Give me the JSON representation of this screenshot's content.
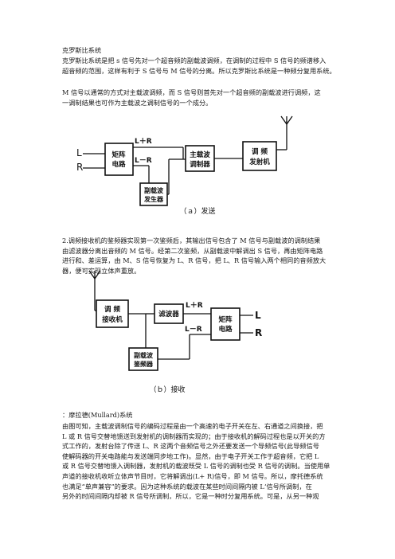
{
  "title": "克罗斯比系统",
  "intro": [
    "克罗斯比系统是把 s 信号先对一个超音频的副载波调频，在调制的过程中 S 信号的频谱移入",
    "超音频的范围，这样有利于 S 信号与 M 信号的分离。所以克罗斯比系统是一种频分复用系统。"
  ],
  "para2": [
    "M 信号以通常的方式对主载波调频，而 S 信号则首先对一个超音频的副载波进行调频，这",
    "一调制结果也可作为主载波之调制信号的一个成分。"
  ],
  "diagram_a": {
    "input_l": "L",
    "input_r": "R",
    "matrix": [
      "矩阵",
      "电路"
    ],
    "sum": "L＋R",
    "diff": "L－R",
    "subcarrier_gen": [
      "副载波",
      "发生器"
    ],
    "main_mod": [
      "主载波",
      "调制器"
    ],
    "fm_tx": [
      "调  频",
      "发射机"
    ],
    "caption": "（ａ）发送"
  },
  "para3": [
    "2.调频接收机的鉴频器实现第一次鉴频后，其输出信号包含了 M 信号与副载波的调制结果",
    "由滤波器分离出音频的 M 信号。经第二次鉴频，从副载波中解调出 S 信号，再由矩阵电路",
    "进行和、差运算，由 M、S 信号恢复为 L、R 信号，把 L、R 信号输入两个相同的音频放大",
    "器，便可实现立体声重放。"
  ],
  "diagram_b": {
    "fm_rx": [
      "调  频",
      "接收机"
    ],
    "filter": "滤波器",
    "sub_disc": [
      "副载波",
      "鉴频器"
    ],
    "matrix": [
      "矩阵",
      "电路"
    ],
    "sum": "L＋R",
    "diff": "L－R",
    "out_l": "L",
    "out_r": "R",
    "caption": "（ｂ）接收"
  },
  "section_title": "：摩拉德(Mullard)系统",
  "para4": [
    "由图可知，主载波调制信号的编码过程是由一个高速的电子开关在左、右通道之间换接，把",
    "L 或 R 信号交替地馈送到发射机的调制器而实现的；由于接收机的解码过程也是以开关的方",
    "式工作的，发射台除了传送 L、R 这两个音频信号之外还要发送一个导频信号(此导频信号",
    "使解码器的开关电路能与发送端同步地工作)。显然，由于电子开关工作于超音频，它把 L",
    "或 R 信号交替地馈入调制器，发射机的载波既受 L 信号的调制也受 R 信号的调制。当使用单",
    "声道的接收机收听立体声节目时，它将解调出(L+ R)信号，即 M 信号。所以，摩托德系统",
    "也满足“单声兼容”的要求。因为这种系统的载波在某些时间间隔内被 L‘信号所调制，在",
    "另外的时间间隔内却被 R 信号所调制，所以，它是一种时分复用系统。可是，从另一种观"
  ]
}
